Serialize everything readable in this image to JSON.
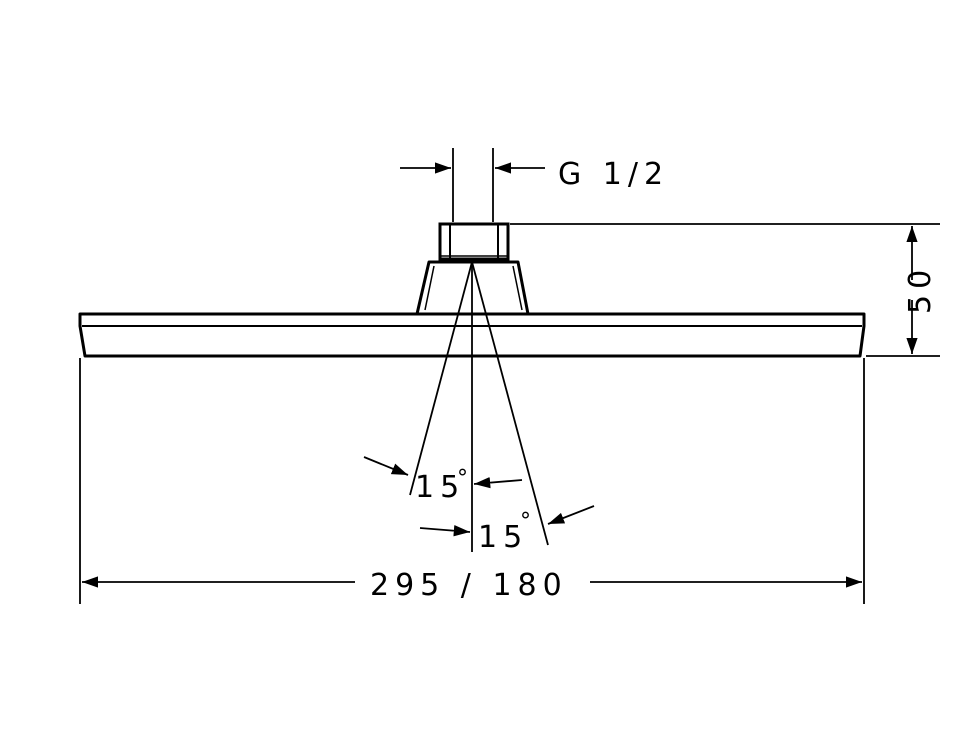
{
  "labels": {
    "thread": "G 1/2",
    "height": "50",
    "angle_left": "15",
    "angle_right": "15",
    "degree_symbol": "°",
    "width": "295 / 180"
  },
  "colors": {
    "line": "#000000",
    "background": "#ffffff"
  }
}
